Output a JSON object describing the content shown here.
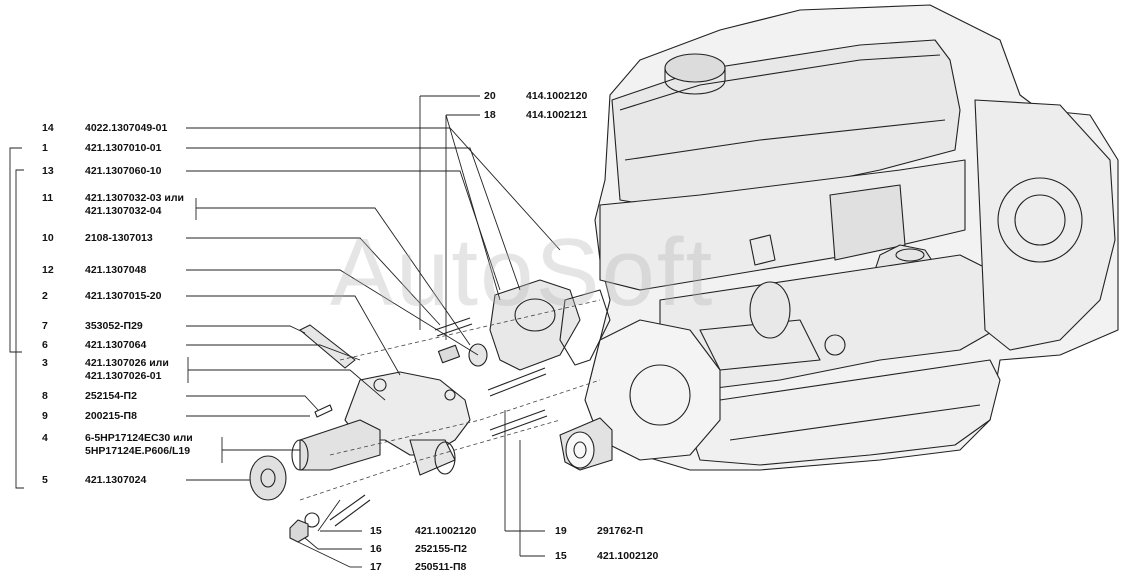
{
  "watermark": "AutoSoft",
  "left_callouts": [
    {
      "num": "14",
      "part": "4022.1307049-01"
    },
    {
      "num": "1",
      "part": "421.1307010-01"
    },
    {
      "num": "13",
      "part": "421.1307060-10"
    },
    {
      "num": "11",
      "part": "421.1307032-03 или",
      "part2": "421.1307032-04"
    },
    {
      "num": "10",
      "part": "2108-1307013"
    },
    {
      "num": "12",
      "part": "421.1307048"
    },
    {
      "num": "2",
      "part": "421.1307015-20"
    },
    {
      "num": "7",
      "part": "353052-П29"
    },
    {
      "num": "6",
      "part": "421.1307064"
    },
    {
      "num": "3",
      "part": "421.1307026 или",
      "part2": "421.1307026-01"
    },
    {
      "num": "8",
      "part": "252154-П2"
    },
    {
      "num": "9",
      "part": "200215-П8"
    },
    {
      "num": "4",
      "part": "6-5НР17124ЕС30 или",
      "part2": "5НР17124Е.Р606/L19"
    },
    {
      "num": "5",
      "part": "421.1307024"
    }
  ],
  "top_callouts": [
    {
      "num": "20",
      "part": "414.1002120"
    },
    {
      "num": "18",
      "part": "414.1002121"
    }
  ],
  "bottom_callouts": [
    {
      "num": "15",
      "part": "421.1002120"
    },
    {
      "num": "16",
      "part": "252155-П2"
    },
    {
      "num": "17",
      "part": "250511-П8"
    },
    {
      "num": "19",
      "part": "291762-П"
    },
    {
      "num": "15",
      "part": "421.1002120"
    }
  ]
}
